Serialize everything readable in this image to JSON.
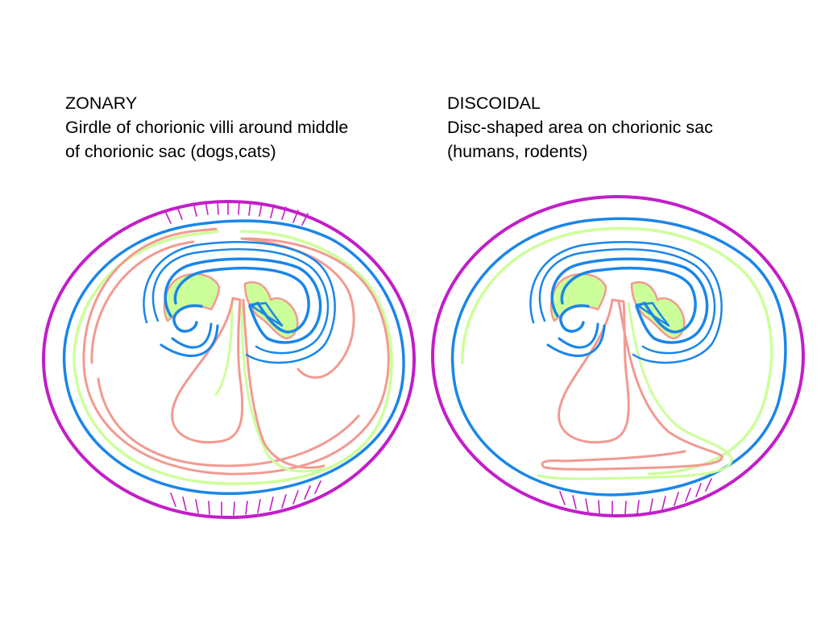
{
  "left_panel": {
    "title": "ZONARY",
    "line1": "Girdle of chorionic villi around middle",
    "line2": "of chorionic sac (dogs,cats)"
  },
  "right_panel": {
    "title": "DISCOIDAL",
    "line1": "Disc-shaped area on chorionic sac",
    "line2": "(humans, rodents)"
  },
  "colors": {
    "chorion": "#c21ec9",
    "amnion": "#1a86e8",
    "mesoderm": "#ccff99",
    "endoderm": "#f29a91"
  }
}
